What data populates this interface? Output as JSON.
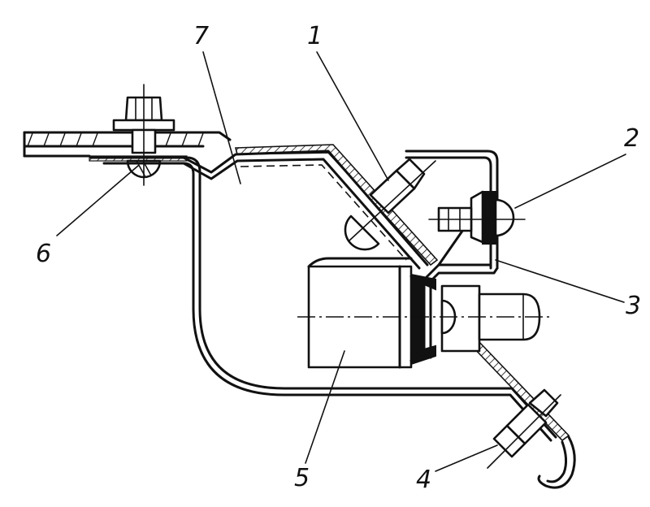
{
  "diagram": {
    "callouts": [
      {
        "id": "1",
        "text": "1"
      },
      {
        "id": "2",
        "text": "2"
      },
      {
        "id": "3",
        "text": "3"
      },
      {
        "id": "4",
        "text": "4"
      },
      {
        "id": "5",
        "text": "5"
      },
      {
        "id": "6",
        "text": "6"
      },
      {
        "id": "7",
        "text": "7"
      }
    ]
  }
}
